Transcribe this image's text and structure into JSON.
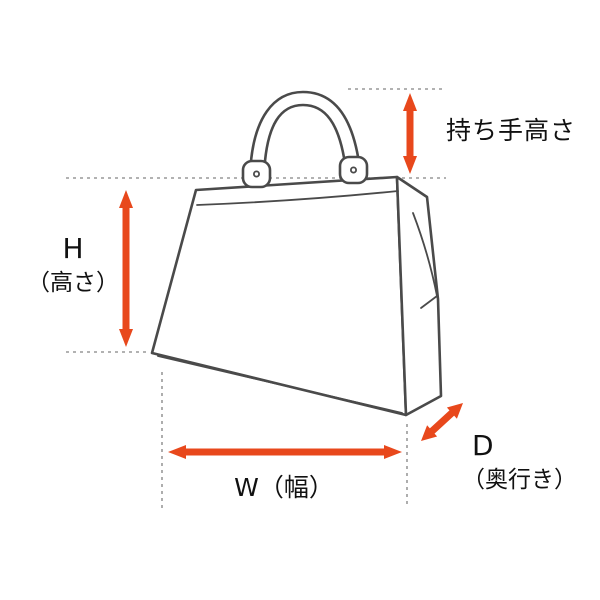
{
  "colors": {
    "accent": "#E8481C",
    "line": "#4a4a4a",
    "dash": "#999999",
    "background": "#ffffff"
  },
  "labels": {
    "handle_height": "持ち手高さ",
    "height_letter": "H",
    "height_word": "（高さ）",
    "width": "W（幅）",
    "depth_letter": "D",
    "depth_word": "（奥行き）"
  }
}
